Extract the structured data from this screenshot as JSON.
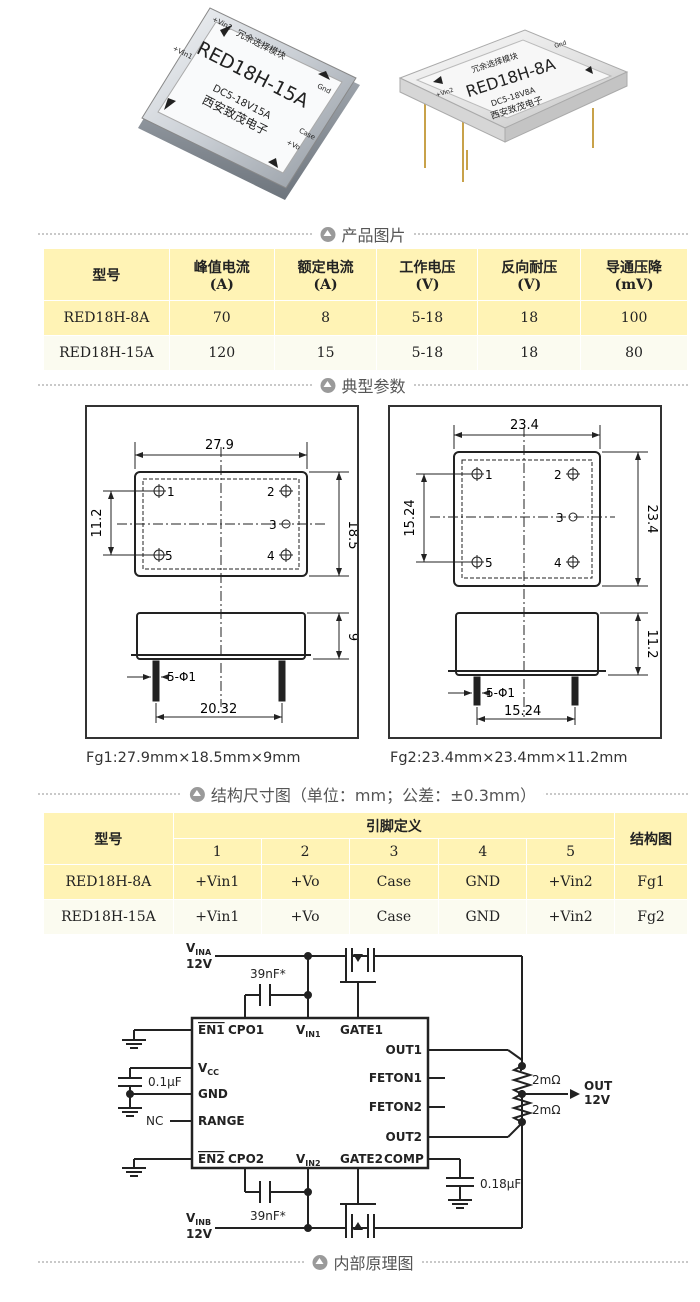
{
  "photos": {
    "left": {
      "line1": "冗余选择模块",
      "model": "RED18H-15A",
      "spec": "DC5-18V15A",
      "maker": "西安致茂电子",
      "pin_vin2": "+Vin2",
      "pin_gnd": "Gnd",
      "pin_vin1": "+Vin1",
      "pin_case": "Case",
      "pin_vo": "+Vo"
    },
    "right": {
      "line1": "冗余选择模块",
      "model": "RED18H-8A",
      "spec": "DC5-18V8A",
      "maker": "西安致茂电子",
      "pin_vin2": "+Vin2",
      "pin_gnd": "Gnd"
    }
  },
  "sections": {
    "photos": "产品图片",
    "params": "典型参数",
    "dimensions": "结构尺寸图（单位：mm；公差：±0.3mm）",
    "schematic": "内部原理图"
  },
  "params_table": {
    "headers": [
      {
        "l1": "型号",
        "l2": ""
      },
      {
        "l1": "峰值电流",
        "l2": "(A)"
      },
      {
        "l1": "额定电流",
        "l2": "(A)"
      },
      {
        "l1": "工作电压",
        "l2": "(V)"
      },
      {
        "l1": "反向耐压",
        "l2": "(V)"
      },
      {
        "l1": "导通压降",
        "l2": "(mV)"
      }
    ],
    "rows": [
      [
        "RED18H-8A",
        "70",
        "8",
        "5-18",
        "18",
        "100"
      ],
      [
        "RED18H-15A",
        "120",
        "15",
        "5-18",
        "18",
        "80"
      ]
    ]
  },
  "drawings": {
    "fg1": {
      "width": "27.9",
      "height": "18.5",
      "pin_vspace": "11.2",
      "depth": "9",
      "pin_spec": "5-Φ1",
      "pin_hspace": "20.32",
      "p1": "1",
      "p2": "2",
      "p3": "3",
      "p4": "4",
      "p5": "5",
      "caption": "Fg1:27.9mm×18.5mm×9mm"
    },
    "fg2": {
      "width": "23.4",
      "height": "23.4",
      "pin_vspace": "15.24",
      "depth": "11.2",
      "pin_spec": "5-Φ1",
      "pin_hspace": "15.24",
      "p1": "1",
      "p2": "2",
      "p3": "3",
      "p4": "4",
      "p5": "5",
      "caption": "Fg2:23.4mm×23.4mm×11.2mm"
    }
  },
  "pin_table": {
    "col_model": "型号",
    "col_pins": "引脚定义",
    "col_fig": "结构图",
    "pin_numbers": [
      "1",
      "2",
      "3",
      "4",
      "5"
    ],
    "rows": [
      [
        "RED18H-8A",
        "+Vin1",
        "+Vo",
        "Case",
        "GND",
        "+Vin2",
        "Fg1"
      ],
      [
        "RED18H-15A",
        "+Vin1",
        "+Vo",
        "Case",
        "GND",
        "+Vin2",
        "Fg2"
      ]
    ]
  },
  "schematic": {
    "vina": "V",
    "vina_sub": "INA",
    "vina_v": "12V",
    "vinb": "V",
    "vinb_sub": "INB",
    "vinb_v": "12V",
    "cap_top": "39nF*",
    "cap_bottom": "39nF*",
    "cap_vcc": "0.1µF",
    "cap_comp": "0.18µF",
    "nc": "NC",
    "pins": {
      "en1": "EN1",
      "cpo1": "CPO1",
      "vin1": "V",
      "vin1_sub": "IN1",
      "gate1": "GATE1",
      "vcc": "V",
      "vcc_sub": "CC",
      "gnd": "GND",
      "range": "RANGE",
      "en2": "EN2",
      "cpo2": "CPO2",
      "vin2": "V",
      "vin2_sub": "IN2",
      "gate2": "GATE2",
      "comp": "COMP",
      "out1": "OUT1",
      "feton1": "FETON1",
      "feton2": "FETON2",
      "out2": "OUT2"
    },
    "r1": "2mΩ",
    "r2": "2mΩ",
    "out_label": "OUT",
    "out_v": "12V"
  },
  "colors": {
    "table_highlight": "#fff3b5",
    "table_light": "#fbfbf0",
    "divider": "#c9c9c9",
    "arrow": "#9a9a9a"
  }
}
